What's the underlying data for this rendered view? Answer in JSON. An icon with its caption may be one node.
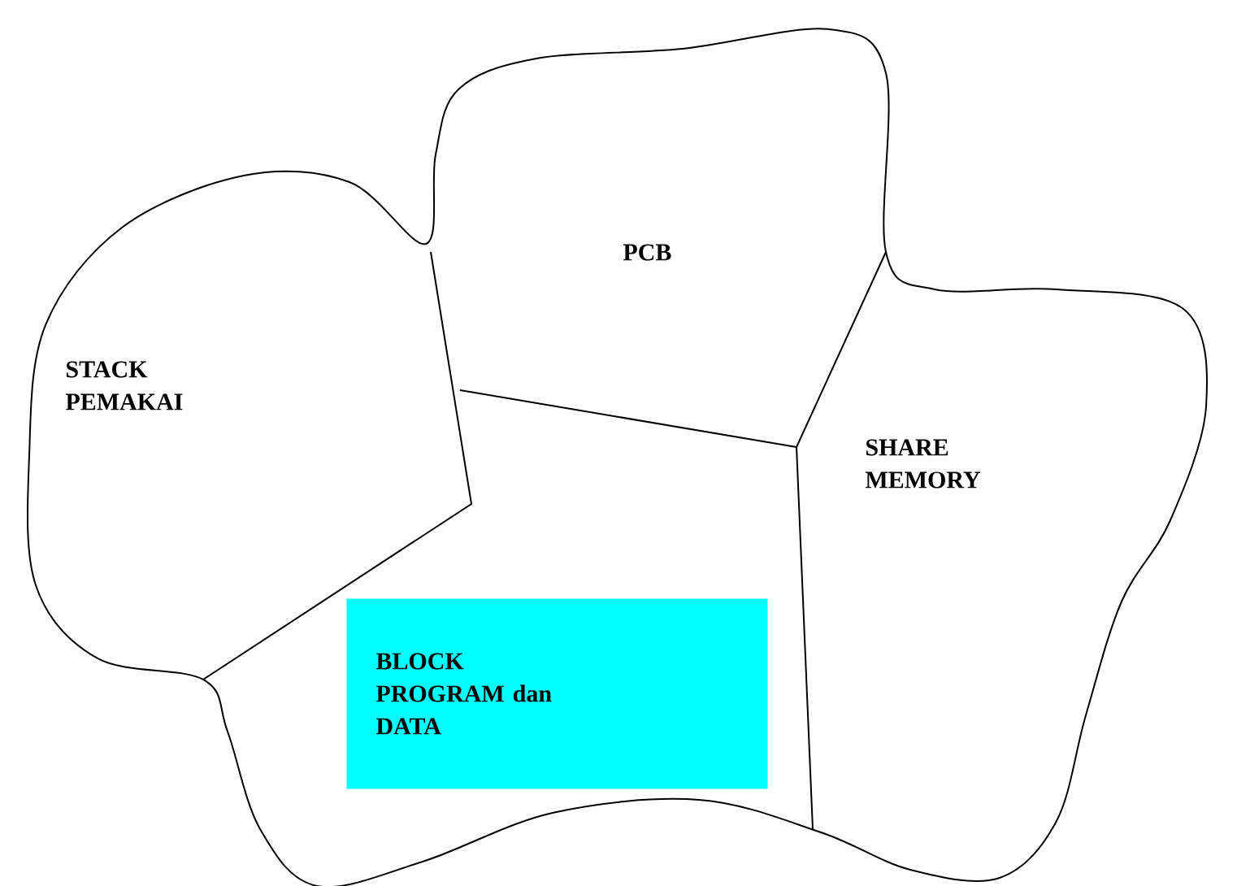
{
  "diagram": {
    "nodes": [
      {
        "text": [],
        "shape": "cloud"
      },
      {
        "text": [
          "STACK PEMAKAI"
        ],
        "in": 0
      },
      {
        "text": [
          "PCB"
        ],
        "in": 0
      },
      {
        "text": [
          "SHARE MEMORY"
        ],
        "in": 0
      },
      {
        "text": [
          "BLOCK PROGRAM dan DATA"
        ],
        "in": 0
      }
    ]
  }
}
